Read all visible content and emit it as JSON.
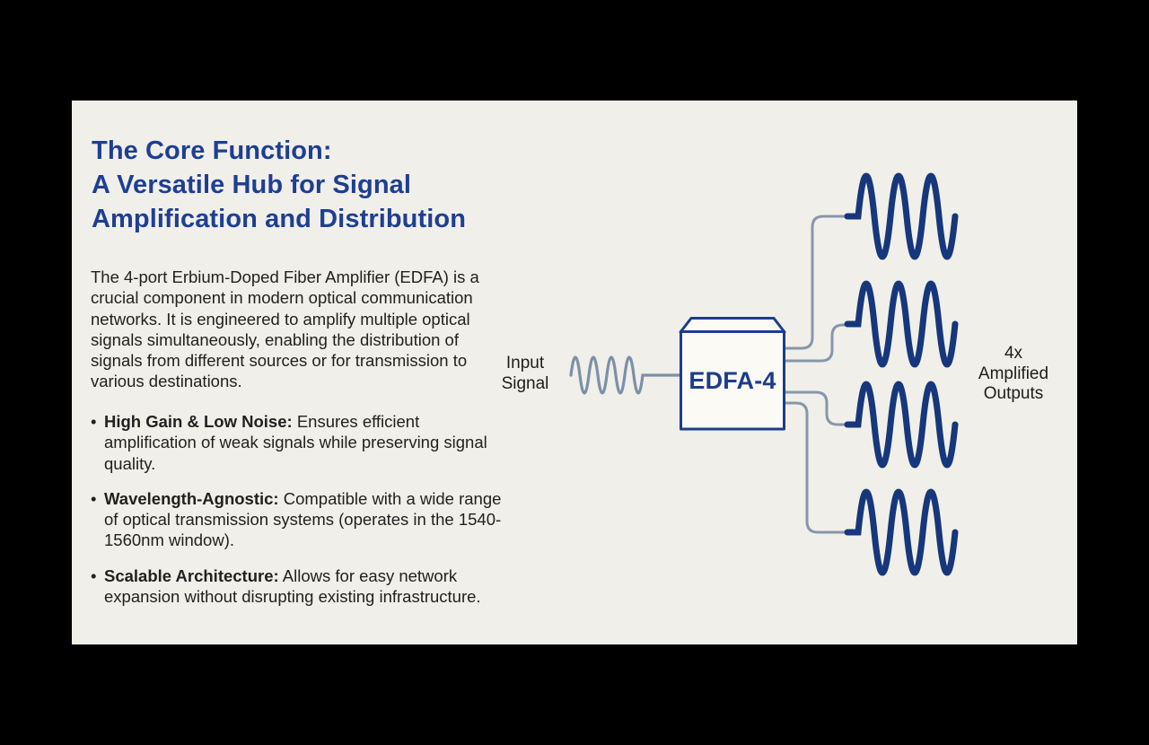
{
  "slide": {
    "title_lines": [
      "The Core Function:",
      "A Versatile Hub for Signal",
      "Amplification and Distribution"
    ],
    "intro": "The 4-port Erbium-Doped Fiber Amplifier (EDFA) is a crucial component in modern optical communication networks. It is engineered to amplify multiple optical signals simultaneously, enabling the distribution of signals from different sources or for transmission to various destinations.",
    "bullet_char": "•",
    "bullets": [
      {
        "lead": "High Gain & Low Noise:",
        "text": "Ensures efficient amplification of weak signals while preserving signal quality."
      },
      {
        "lead": "Wavelength-Agnostic:",
        "text": "Compatible with a wide range of optical transmission systems (operates in the 1540-1560nm window)."
      },
      {
        "lead": "Scalable Architecture:",
        "text": "Allows for easy network expansion without disrupting existing infrastructure."
      }
    ],
    "diagram": {
      "input_label_lines": [
        "Input",
        "Signal"
      ],
      "device_label": "EDFA-4",
      "output_label_lines": [
        "4x",
        "Amplified",
        "Outputs"
      ],
      "output_count": 4
    },
    "colors": {
      "accent_navy": "#1d3f94",
      "wave_navy": "#16377c",
      "connector_slate": "#8697ab",
      "input_wave_slate": "#7b90a8",
      "slide_background": "#f1efe9",
      "body_text": "#212121"
    }
  }
}
